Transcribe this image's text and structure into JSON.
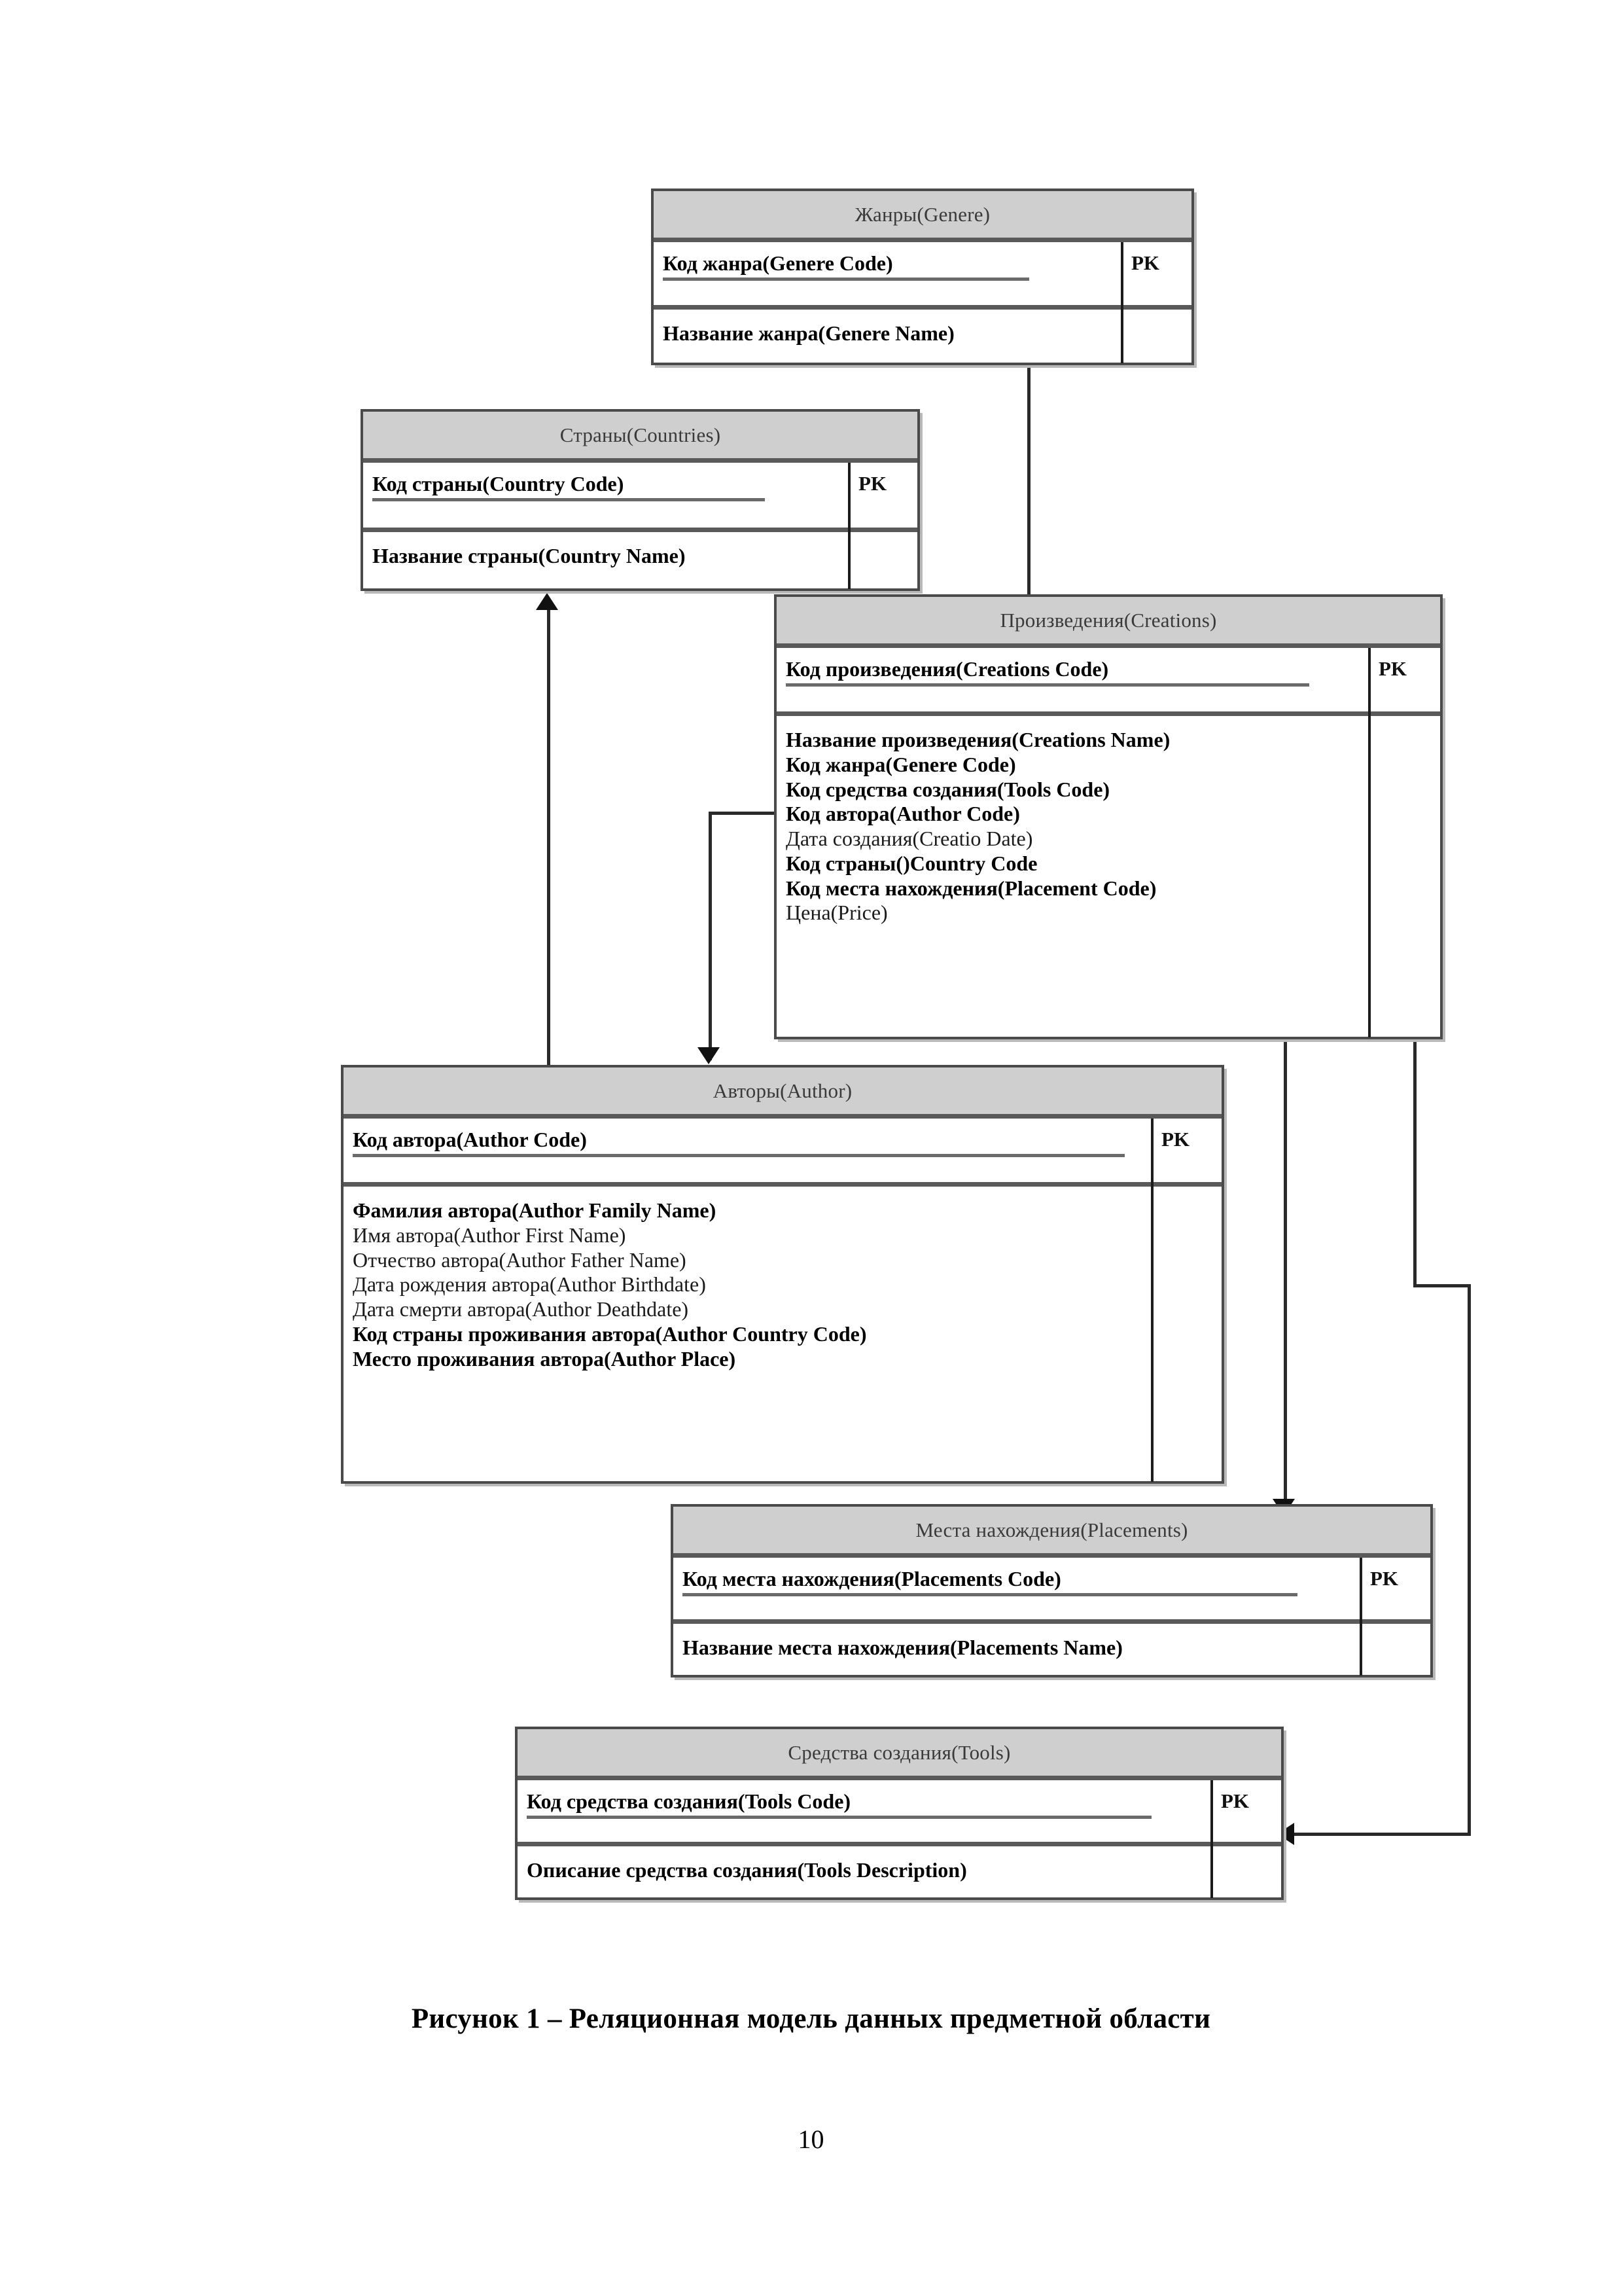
{
  "document": {
    "caption": "Рисунок 1 –  Реляционная модель данных предметной области",
    "page_number": "10",
    "pk_label": "PK"
  },
  "entities": {
    "genere": {
      "title": "Жанры(Genere)",
      "key": "Код жанра(Genere Code)",
      "pk": "PK",
      "attributes": [
        {
          "text": "Название жанра(Genere Name)",
          "bold": true
        }
      ]
    },
    "countries": {
      "title": "Страны(Countries)",
      "key": "Код страны(Country Code)",
      "pk": "PK",
      "attributes": [
        {
          "text": "Название страны(Country Name)",
          "bold": true
        }
      ]
    },
    "creations": {
      "title": "Произведения(Creations)",
      "key": "Код произведения(Creations Code)",
      "pk": "PK",
      "attributes": [
        {
          "text": "Название произведения(Creations Name)",
          "bold": true
        },
        {
          "text": "Код жанра(Genere Code)",
          "bold": true
        },
        {
          "text": "Код средства создания(Tools Code)",
          "bold": true
        },
        {
          "text": "Код автора(Author Code)",
          "bold": true
        },
        {
          "text": "Дата создания(Creatio Date)",
          "bold": false
        },
        {
          "text": "Код страны()Country Code",
          "bold": true
        },
        {
          "text": "Код места нахождения(Placement Code)",
          "bold": true
        },
        {
          "text": "Цена(Price)",
          "bold": false
        }
      ]
    },
    "author": {
      "title": "Авторы(Author)",
      "key": "Код автора(Author Code)",
      "pk": "PK",
      "attributes": [
        {
          "text": "Фамилия автора(Author Family Name)",
          "bold": true
        },
        {
          "text": "Имя автора(Author First Name)",
          "bold": false
        },
        {
          "text": "Отчество автора(Author Father Name)",
          "bold": false
        },
        {
          "text": "Дата рождения автора(Author Birthdate)",
          "bold": false
        },
        {
          "text": "Дата смерти автора(Author Deathdate)",
          "bold": false
        },
        {
          "text": "Код страны проживания автора(Author Country Code)",
          "bold": true
        },
        {
          "text": "Место  проживания автора(Author Place)",
          "bold": true
        }
      ]
    },
    "placements": {
      "title": "Места нахождения(Placements)",
      "key": "Код места нахождения(Placements Code)",
      "pk": "PK",
      "attributes": [
        {
          "text": "Название места нахождения(Placements Name)",
          "bold": true
        }
      ]
    },
    "tools": {
      "title": "Средства создания(Tools)",
      "key": "Код средства создания(Tools Code)",
      "pk": "PK",
      "attributes": [
        {
          "text": "Описание средства создания(Tools Description)",
          "bold": true
        }
      ]
    }
  },
  "relationships": [
    {
      "from": "creations",
      "to": "genere",
      "name": "creations-to-genere"
    },
    {
      "from": "author",
      "to": "countries",
      "name": "author-to-countries"
    },
    {
      "from": "creations",
      "to": "author",
      "name": "creations-to-author"
    },
    {
      "from": "creations",
      "to": "placements",
      "name": "creations-to-placements"
    },
    {
      "from": "creations",
      "to": "tools",
      "name": "creations-to-tools"
    }
  ],
  "colors": {
    "header_fill": "#cfcfcf",
    "border": "#4a4a4a",
    "line": "#2a2a2a",
    "text": "#000000"
  }
}
